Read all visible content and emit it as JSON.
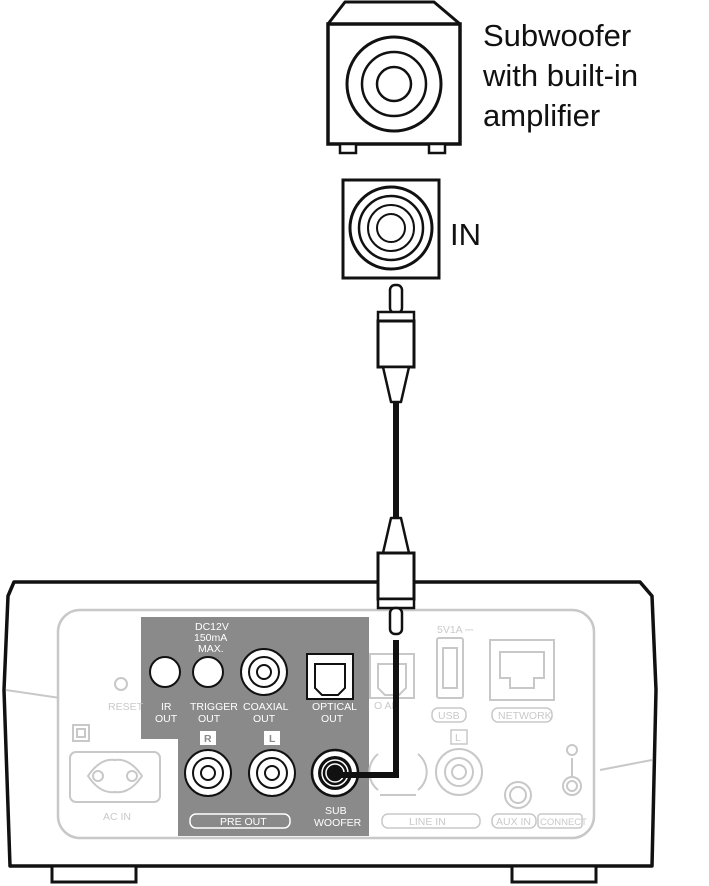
{
  "subwoofer": {
    "caption_line1": "Subwoofer",
    "caption_line2": "with built-in",
    "caption_line3": "amplifier",
    "input_label": "IN"
  },
  "panel": {
    "dc_line1": "DC12V",
    "dc_line2": "150mA",
    "dc_line3": "MAX.",
    "reset": "RESET",
    "ir_out_1": "IR",
    "ir_out_2": "OUT",
    "trigger_out_1": "TRIGGER",
    "trigger_out_2": "OUT",
    "coaxial_out_1": "COAXIAL",
    "coaxial_out_2": "OUT",
    "optical_out_1": "OPTICAL",
    "optical_out_2": "OUT",
    "optical_in_partial": "O     AL",
    "usb_power": "5V1A ⎓",
    "usb": "USB",
    "network": "NETWORK",
    "pre_out_r": "R",
    "pre_out_l": "L",
    "line_in_l": "L",
    "pre_out": "PRE OUT",
    "sub_woofer_1": "SUB",
    "sub_woofer_2": "WOOFER",
    "line_in": "LINE IN",
    "aux_in": "AUX IN",
    "connect": "CONNECT",
    "ac_in": "AC IN"
  },
  "colors": {
    "highlight_panel": "#8a8a8a",
    "outline_light": "#c8c8c8",
    "ink": "#111111"
  }
}
